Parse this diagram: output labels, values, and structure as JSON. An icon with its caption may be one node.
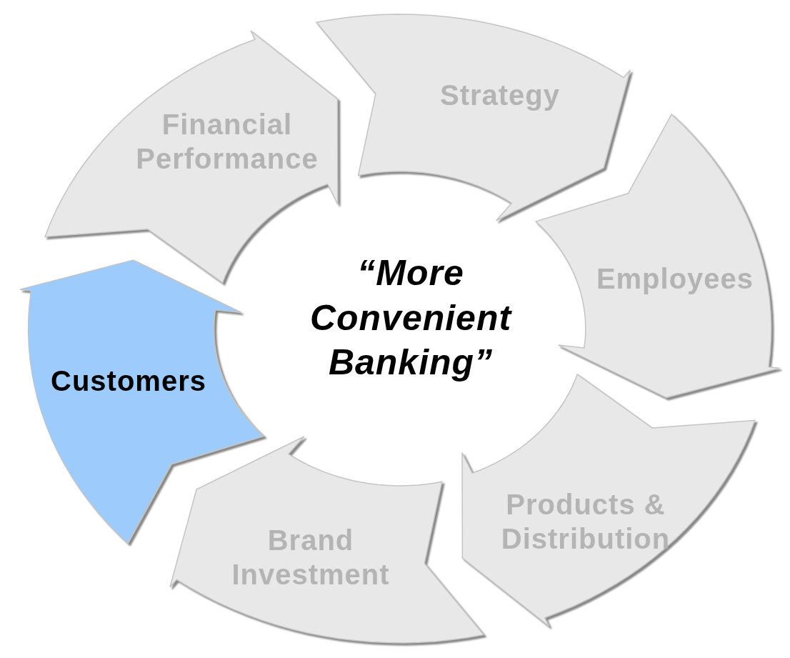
{
  "diagram": {
    "nodes": [
      {
        "text": [
          "Financial Performance"
        ]
      },
      {
        "text": [
          "Strategy"
        ]
      },
      {
        "text": [
          "Employees"
        ]
      },
      {
        "text": [
          "Products & Distribution"
        ]
      },
      {
        "text": [
          "Brand Investment"
        ]
      },
      {
        "text": [
          "Customers"
        ]
      }
    ],
    "edges": [],
    "labels": [
      "“More Convenient Banking”"
    ]
  }
}
